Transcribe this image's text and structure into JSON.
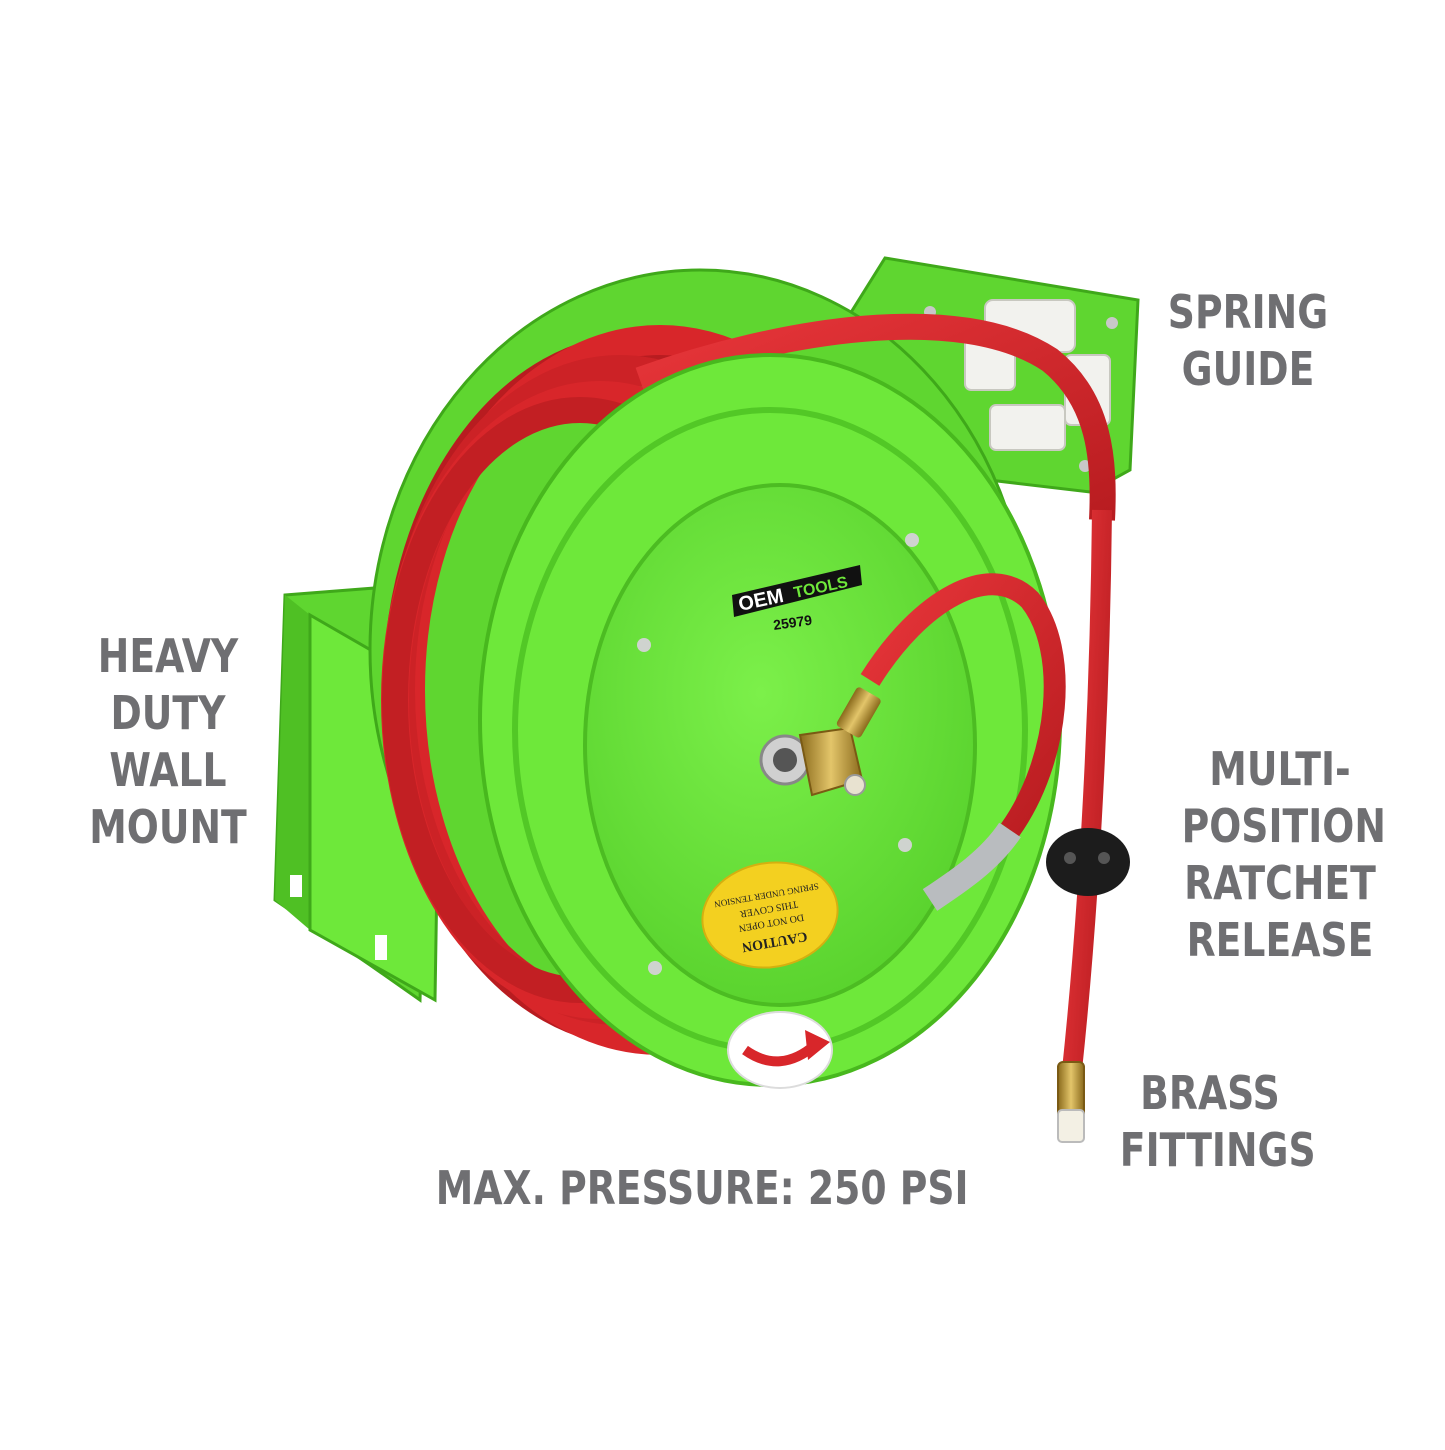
{
  "callouts": {
    "spring_guide": [
      "SPRING",
      "GUIDE"
    ],
    "wall_mount": [
      "HEAVY",
      "DUTY",
      "WALL",
      "MOUNT"
    ],
    "ratchet": [
      "MULTI-",
      "POSITION",
      "RATCHET",
      "RELEASE"
    ],
    "brass": [
      "BRASS",
      "FITTINGS"
    ],
    "pressure": "MAX. PRESSURE: 250 PSI"
  },
  "reel": {
    "brand_left": "OEM",
    "brand_right": "TOOLS",
    "model": "25979",
    "caution_title": "CAUTION",
    "caution_lines": [
      "DO NOT OPEN",
      "THIS COVER",
      "SPRING UNDER TENSION"
    ]
  },
  "colors": {
    "reel_green": "#6ee83a",
    "hose_red": "#d8262a",
    "label_gray": "#6f6f72",
    "brass": "#c9a64a",
    "caution_yellow": "#f3d020"
  }
}
